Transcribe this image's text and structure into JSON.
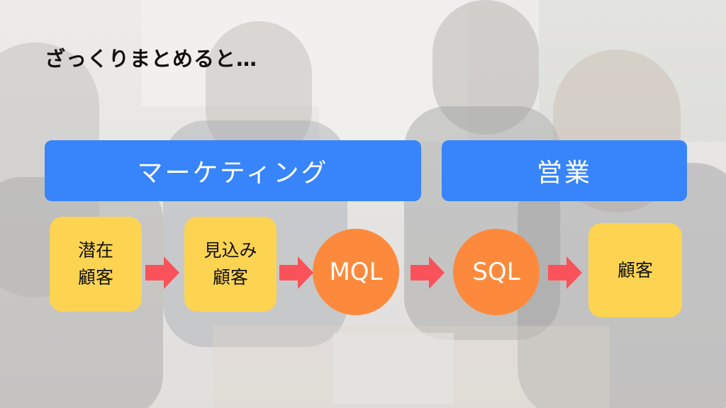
{
  "slide": {
    "title": "ざっくりまとめると…",
    "colors": {
      "bar_blue": "#3784fb",
      "box_yellow": "#fcd452",
      "circle_orange": "#fd8a3c",
      "arrow_red": "#f9525a"
    }
  },
  "phases": {
    "marketing_label": "マーケティング",
    "sales_label": "営業"
  },
  "flow": [
    {
      "label_line1": "潜在",
      "label_line2": "顧客",
      "shape": "rounded-box"
    },
    {
      "label_line1": "見込み",
      "label_line2": "顧客",
      "shape": "rounded-box"
    },
    {
      "label": "MQL",
      "shape": "circle"
    },
    {
      "label": "SQL",
      "shape": "circle"
    },
    {
      "label": "顧客",
      "shape": "rounded-box"
    }
  ],
  "background": {
    "description": "faded photo of business people in a meeting"
  }
}
